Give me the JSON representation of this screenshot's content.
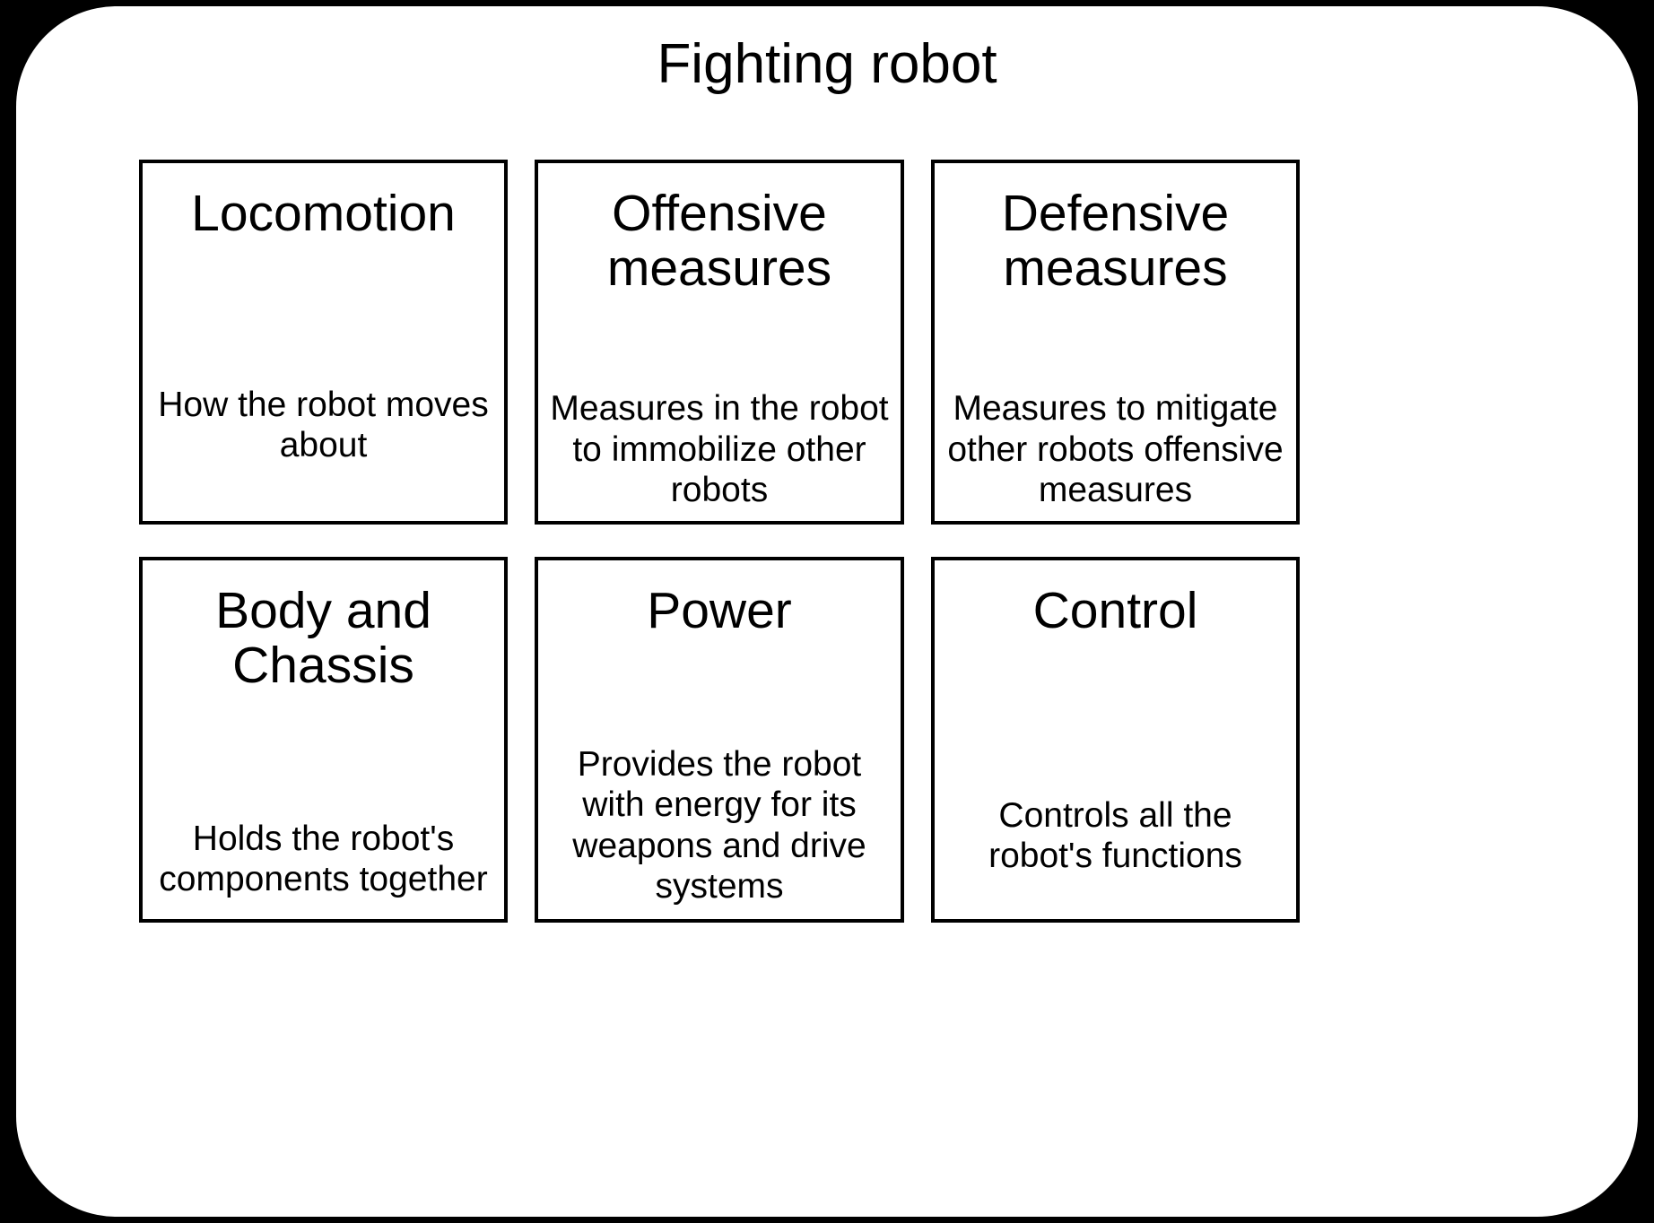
{
  "diagram": {
    "title": "Fighting robot",
    "background_color": "#000000",
    "card_color": "#ffffff",
    "border_color": "#000000",
    "text_color": "#000000",
    "components": [
      {
        "heading": "Locomotion",
        "description": "How the robot moves about"
      },
      {
        "heading": "Offensive measures",
        "description": "Measures in the robot to immobilize other robots"
      },
      {
        "heading": "Defensive measures",
        "description": "Measures to mitigate other robots offensive measures"
      },
      {
        "heading": "Body and Chassis",
        "description": "Holds the robot's components together"
      },
      {
        "heading": "Power",
        "description": "Provides the robot with energy for its weapons and drive systems"
      },
      {
        "heading": "Control",
        "description": "Controls all the robot's functions"
      }
    ]
  }
}
